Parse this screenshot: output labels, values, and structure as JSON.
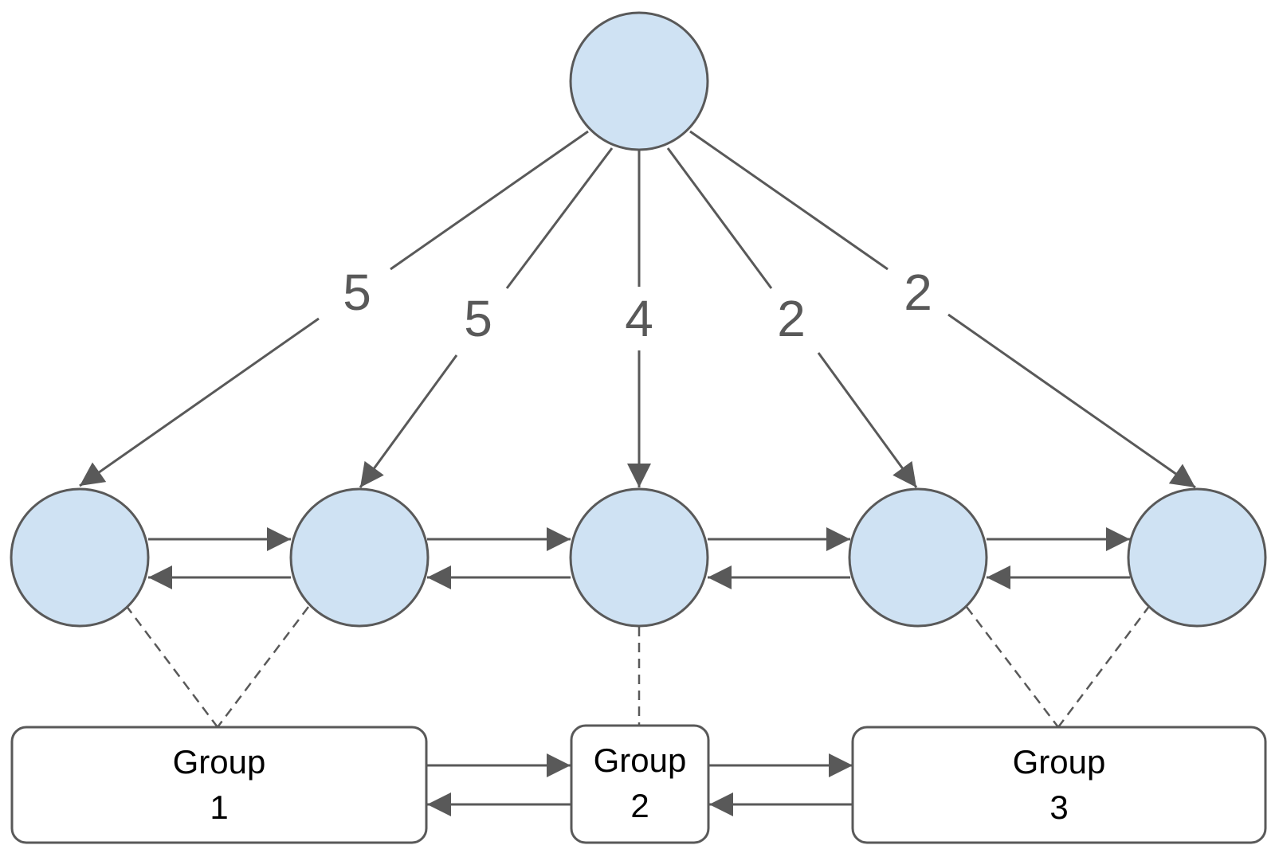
{
  "diagram": {
    "nodes": {
      "root": {
        "label": ""
      },
      "children": [
        {
          "label": ""
        },
        {
          "label": ""
        },
        {
          "label": ""
        },
        {
          "label": ""
        },
        {
          "label": ""
        }
      ]
    },
    "weights": [
      "5",
      "5",
      "4",
      "2",
      "2"
    ],
    "groups": [
      {
        "line1": "Group",
        "line2": "1"
      },
      {
        "line1": "Group",
        "line2": "2"
      },
      {
        "line1": "Group",
        "line2": "3"
      }
    ],
    "colors": {
      "node_fill": "#cfe2f3",
      "stroke": "#595959",
      "text": "#000000"
    }
  }
}
